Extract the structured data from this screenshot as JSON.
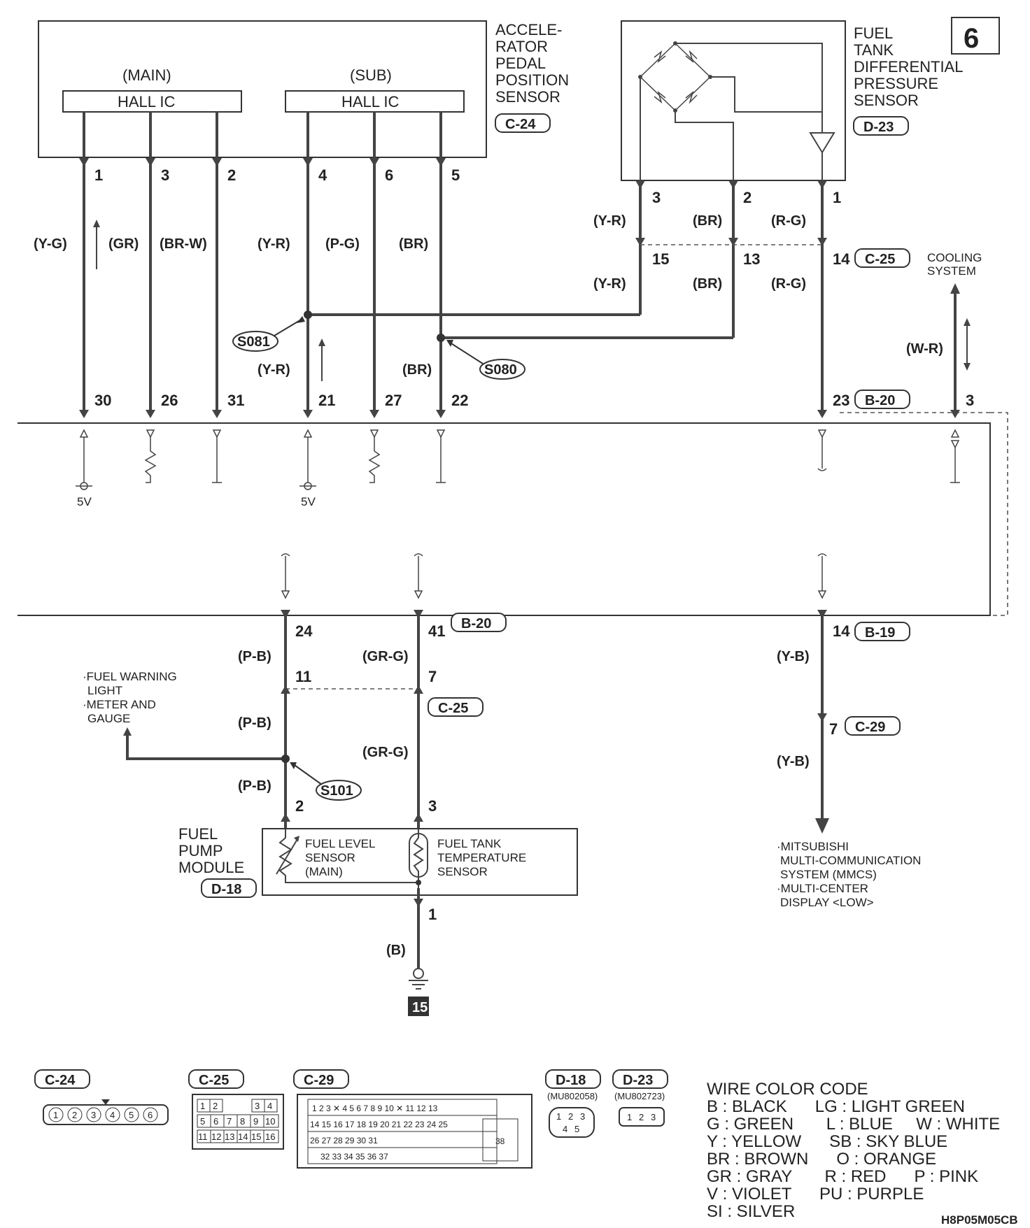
{
  "page_number": "6",
  "footer_code": "H8P05M05CB",
  "sensor_accel": {
    "title_lines": [
      "ACCELE-",
      "RATOR",
      "PEDAL",
      "POSITION",
      "SENSOR"
    ],
    "connector": "C-24",
    "main_label": "(MAIN)",
    "sub_label": "(SUB)",
    "hall_ic": "HALL IC"
  },
  "sensor_fuel_diff": {
    "title_lines": [
      "FUEL",
      "TANK",
      "DIFFERENTIAL",
      "PRESSURE",
      "SENSOR"
    ],
    "connector": "D-23"
  },
  "pins_top": [
    "1",
    "3",
    "2",
    "4",
    "6",
    "5"
  ],
  "pins_diff": [
    "3",
    "2",
    "1"
  ],
  "wire_colors_top": [
    "(Y-G)",
    "(GR)",
    "(BR-W)",
    "(Y-R)",
    "(P-G)",
    "(BR)"
  ],
  "wire_colors_diff": [
    "(Y-R)",
    "(BR)",
    "(R-G)"
  ],
  "wire_colors_diff_lower": [
    "(Y-R)",
    "(BR)",
    "(R-G)"
  ],
  "c25_pins_top": [
    "15",
    "13",
    "14"
  ],
  "c25_tag": "C-25",
  "cooling": [
    "COOLING",
    "SYSTEM"
  ],
  "cooling_wire": "(W-R)",
  "splice_s081": "S081",
  "splice_s080": "S080",
  "splice_s101": "S101",
  "mid_colors": [
    "(Y-R)",
    "(BR)"
  ],
  "ecm_pins_top": [
    "30",
    "26",
    "31",
    "21",
    "27",
    "22",
    "23",
    "3"
  ],
  "b20_tag": "B-20",
  "five_v": "5V",
  "ecm_pins_bottom": [
    "24",
    "41",
    "14"
  ],
  "b19_tag": "B-19",
  "bottom_wires": [
    "(P-B)",
    "(GR-G)",
    "(Y-B)"
  ],
  "c25_pins_bottom": [
    "11",
    "7"
  ],
  "c29_pin": "7",
  "c29_tag": "C-29",
  "fuel_warning": [
    "·FUEL WARNING",
    "LIGHT",
    "·METER AND",
    "GAUGE"
  ],
  "mmcs": [
    "·MITSUBISHI",
    "MULTI-COMMUNICATION",
    "SYSTEM (MMCS)",
    "·MULTI-CENTER",
    "DISPLAY <LOW>"
  ],
  "fuel_pump": {
    "title_lines": [
      "FUEL",
      "PUMP",
      "MODULE"
    ],
    "connector": "D-18",
    "level_sensor": [
      "FUEL LEVEL",
      "SENSOR",
      "(MAIN)"
    ],
    "temp_sensor": [
      "FUEL TANK",
      "TEMPERATURE",
      "SENSOR"
    ],
    "pins": [
      "2",
      "3",
      "1"
    ],
    "ground_wire": "(B)",
    "ground_ref": "15"
  },
  "connectors_bottom": {
    "c24": {
      "tag": "C-24",
      "pins": [
        "1",
        "2",
        "3",
        "4",
        "5",
        "6"
      ]
    },
    "c25": {
      "tag": "C-25",
      "rows": [
        [
          "1",
          "2",
          "",
          "3",
          "4"
        ],
        [
          "5",
          "6",
          "7",
          "8",
          "9",
          "10"
        ],
        [
          "11",
          "12",
          "13",
          "14",
          "15",
          "16"
        ]
      ]
    },
    "c29": {
      "tag": "C-29"
    },
    "d18": {
      "tag": "D-18",
      "part": "(MU802058)",
      "pins": [
        "1",
        "2",
        "3",
        "4",
        "5"
      ]
    },
    "d23": {
      "tag": "D-23",
      "part": "(MU802723)",
      "pins": [
        "1",
        "2",
        "3"
      ]
    }
  },
  "wire_color_code": {
    "title": "WIRE COLOR CODE",
    "lines": [
      "B : BLACK      LG : LIGHT GREEN",
      "G : GREEN       L : BLUE     W : WHITE",
      "Y : YELLOW      SB : SKY BLUE",
      "BR : BROWN      O : ORANGE",
      "GR : GRAY       R : RED      P : PINK",
      "V : VIOLET      PU : PURPLE",
      "SI : SILVER"
    ]
  }
}
